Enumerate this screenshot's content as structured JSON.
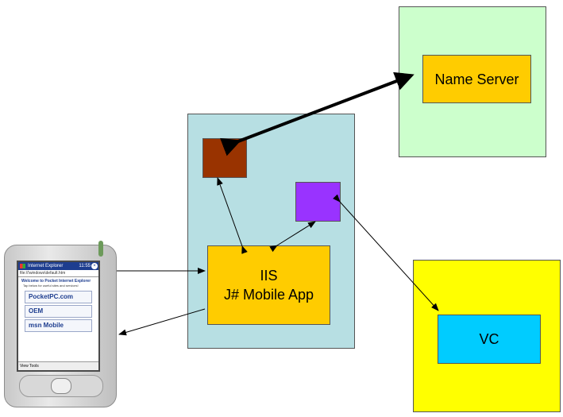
{
  "nodes": {
    "name_server": {
      "label": "Name Server"
    },
    "iis": {
      "line1": "IIS",
      "line2": "J# Mobile App"
    },
    "vc": {
      "label": "VC"
    }
  },
  "pda": {
    "title": "Internet Explorer",
    "time": "11:55",
    "address": "file://\\windows\\default.htm",
    "welcome": "Welcome to Pocket Internet Explorer",
    "tagline": "Tap below for useful sites and services!",
    "links": [
      "PocketPC.com",
      "OEM",
      "msn Mobile"
    ],
    "menu": "View  Tools"
  },
  "colors": {
    "server_bg": "#ccffcc",
    "name_server_box": "#ffcc00",
    "app_bg": "#b7dfe3",
    "brown_box": "#993300",
    "purple_box": "#9933ff",
    "iis_box": "#ffcc00",
    "vc_bg": "#ffff00",
    "vc_box": "#00ccff"
  }
}
